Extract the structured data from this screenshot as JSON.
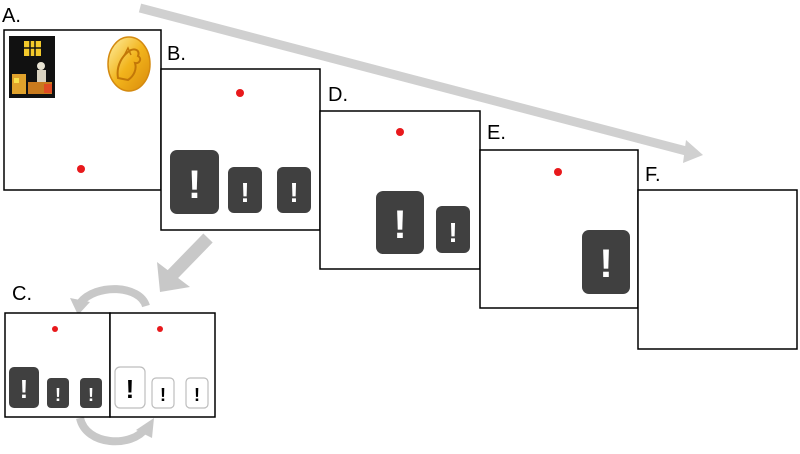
{
  "panels": {
    "a": {
      "label": "A."
    },
    "b": {
      "label": "B."
    },
    "c": {
      "label": "C."
    },
    "d": {
      "label": "D."
    },
    "e": {
      "label": "E."
    },
    "f": {
      "label": "F."
    }
  },
  "stimulus": {
    "glyph": "!"
  },
  "colors": {
    "fixation": "#e8191c",
    "card_dark": "#404040",
    "card_light_border": "#bdbdbd",
    "frame": "#000000",
    "arrow": "#c8c8c8"
  }
}
